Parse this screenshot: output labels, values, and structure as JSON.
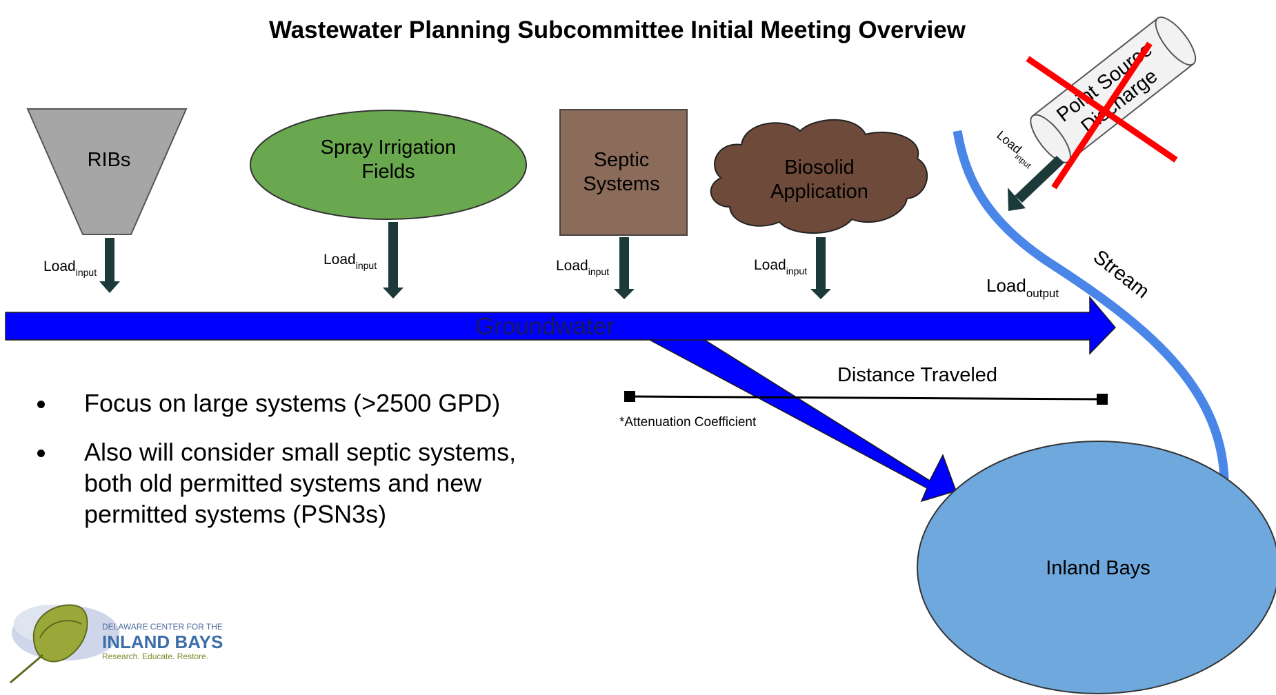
{
  "title": "Wastewater Planning Subcommittee Initial Meeting Overview",
  "sources": {
    "ribs": "RIBs",
    "spray_line1": "Spray Irrigation",
    "spray_line2": "Fields",
    "septic_line1": "Septic",
    "septic_line2": "Systems",
    "biosolid_line1": "Biosolid",
    "biosolid_line2": "Application",
    "point_line1": "Point Source",
    "point_line2": "Discharge"
  },
  "load_input": {
    "main": "Load",
    "sub": "input"
  },
  "load_output": {
    "main": "Load",
    "sub": "output"
  },
  "groundwater": "Groundwater",
  "stream": "Stream",
  "distance": "Distance Traveled",
  "attenuation": "*Attenuation Coefficient",
  "inland_bays": "Inland Bays",
  "bullets": [
    "Focus on large systems (>2500 GPD)",
    "Also will consider small septic systems, both old permitted systems and new permitted systems (PSN3s)"
  ],
  "logo": {
    "line1": "DELAWARE CENTER FOR THE",
    "line2": "INLAND BAYS",
    "line3": "Research. Educate. Restore."
  },
  "colors": {
    "ribs": "#a6a6a6",
    "spray": "#6aa84f",
    "septic": "#8b6b5a",
    "biosolid": "#6e4a3a",
    "groundwater": "#0000ff",
    "stream": "#4a86e8",
    "inland_bays": "#6fa8dc",
    "load_arrow": "#1c3a3a",
    "cross": "#ff0000"
  }
}
